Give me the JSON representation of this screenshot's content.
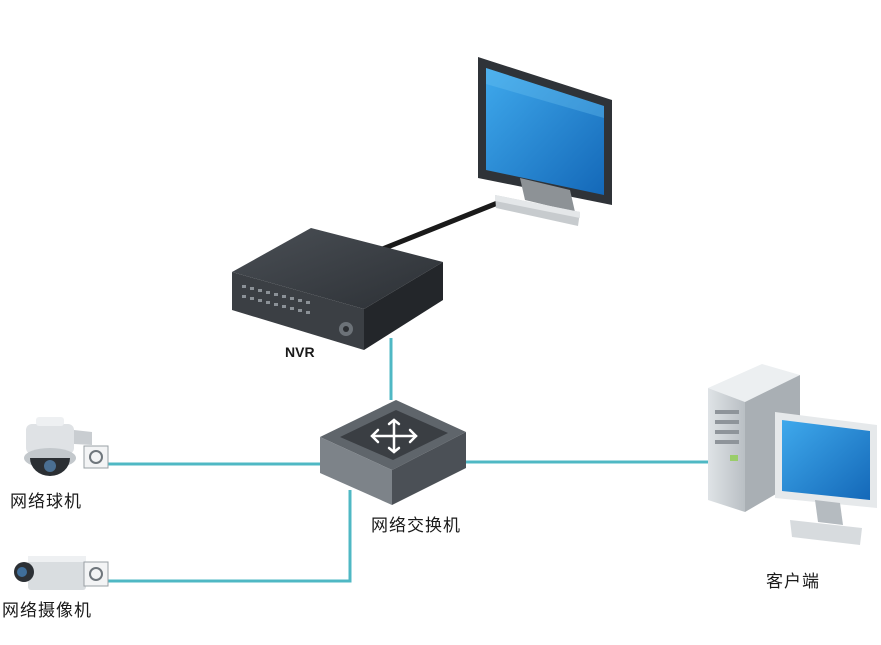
{
  "labels": {
    "nvr": "NVR",
    "switch": "网络交换机",
    "dome_camera": "网络球机",
    "box_camera": "网络摄像机",
    "client": "客户端"
  },
  "icons": [
    "monitor-icon",
    "nvr-recorder-icon",
    "network-switch-icon",
    "dome-camera-icon",
    "box-camera-icon",
    "desktop-computer-icon"
  ],
  "colors": {
    "network_cable": "#4fb8c4",
    "video_cable": "#1a1a1a",
    "screen_blue": "#1e88d6"
  }
}
